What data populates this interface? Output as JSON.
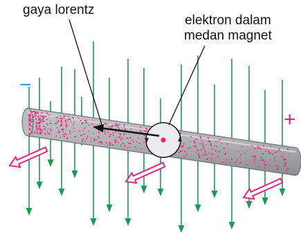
{
  "labels": {
    "lorentz_force": "gaya lorentz",
    "electron_line1": "elektron dalam",
    "electron_line2": "medan magnet"
  },
  "signs": {
    "negative": "−",
    "positive": "+"
  },
  "colors": {
    "field_lines": "#1a9a55",
    "wire_body": "#a9a9ad",
    "wire_dark": "#707075",
    "charges": "#e8257a",
    "current_arrows": "#e8257a",
    "negative_sign": "#2aa4dc",
    "positive_sign": "#e8257a",
    "text": "#111111"
  },
  "icons": {
    "field_arrow": "green-arrow-down-icon",
    "current_arrow": "hollow-pink-arrow-icon",
    "force_arrow": "black-arrow-left-icon",
    "electron_marker": "circle-electron-icon"
  }
}
